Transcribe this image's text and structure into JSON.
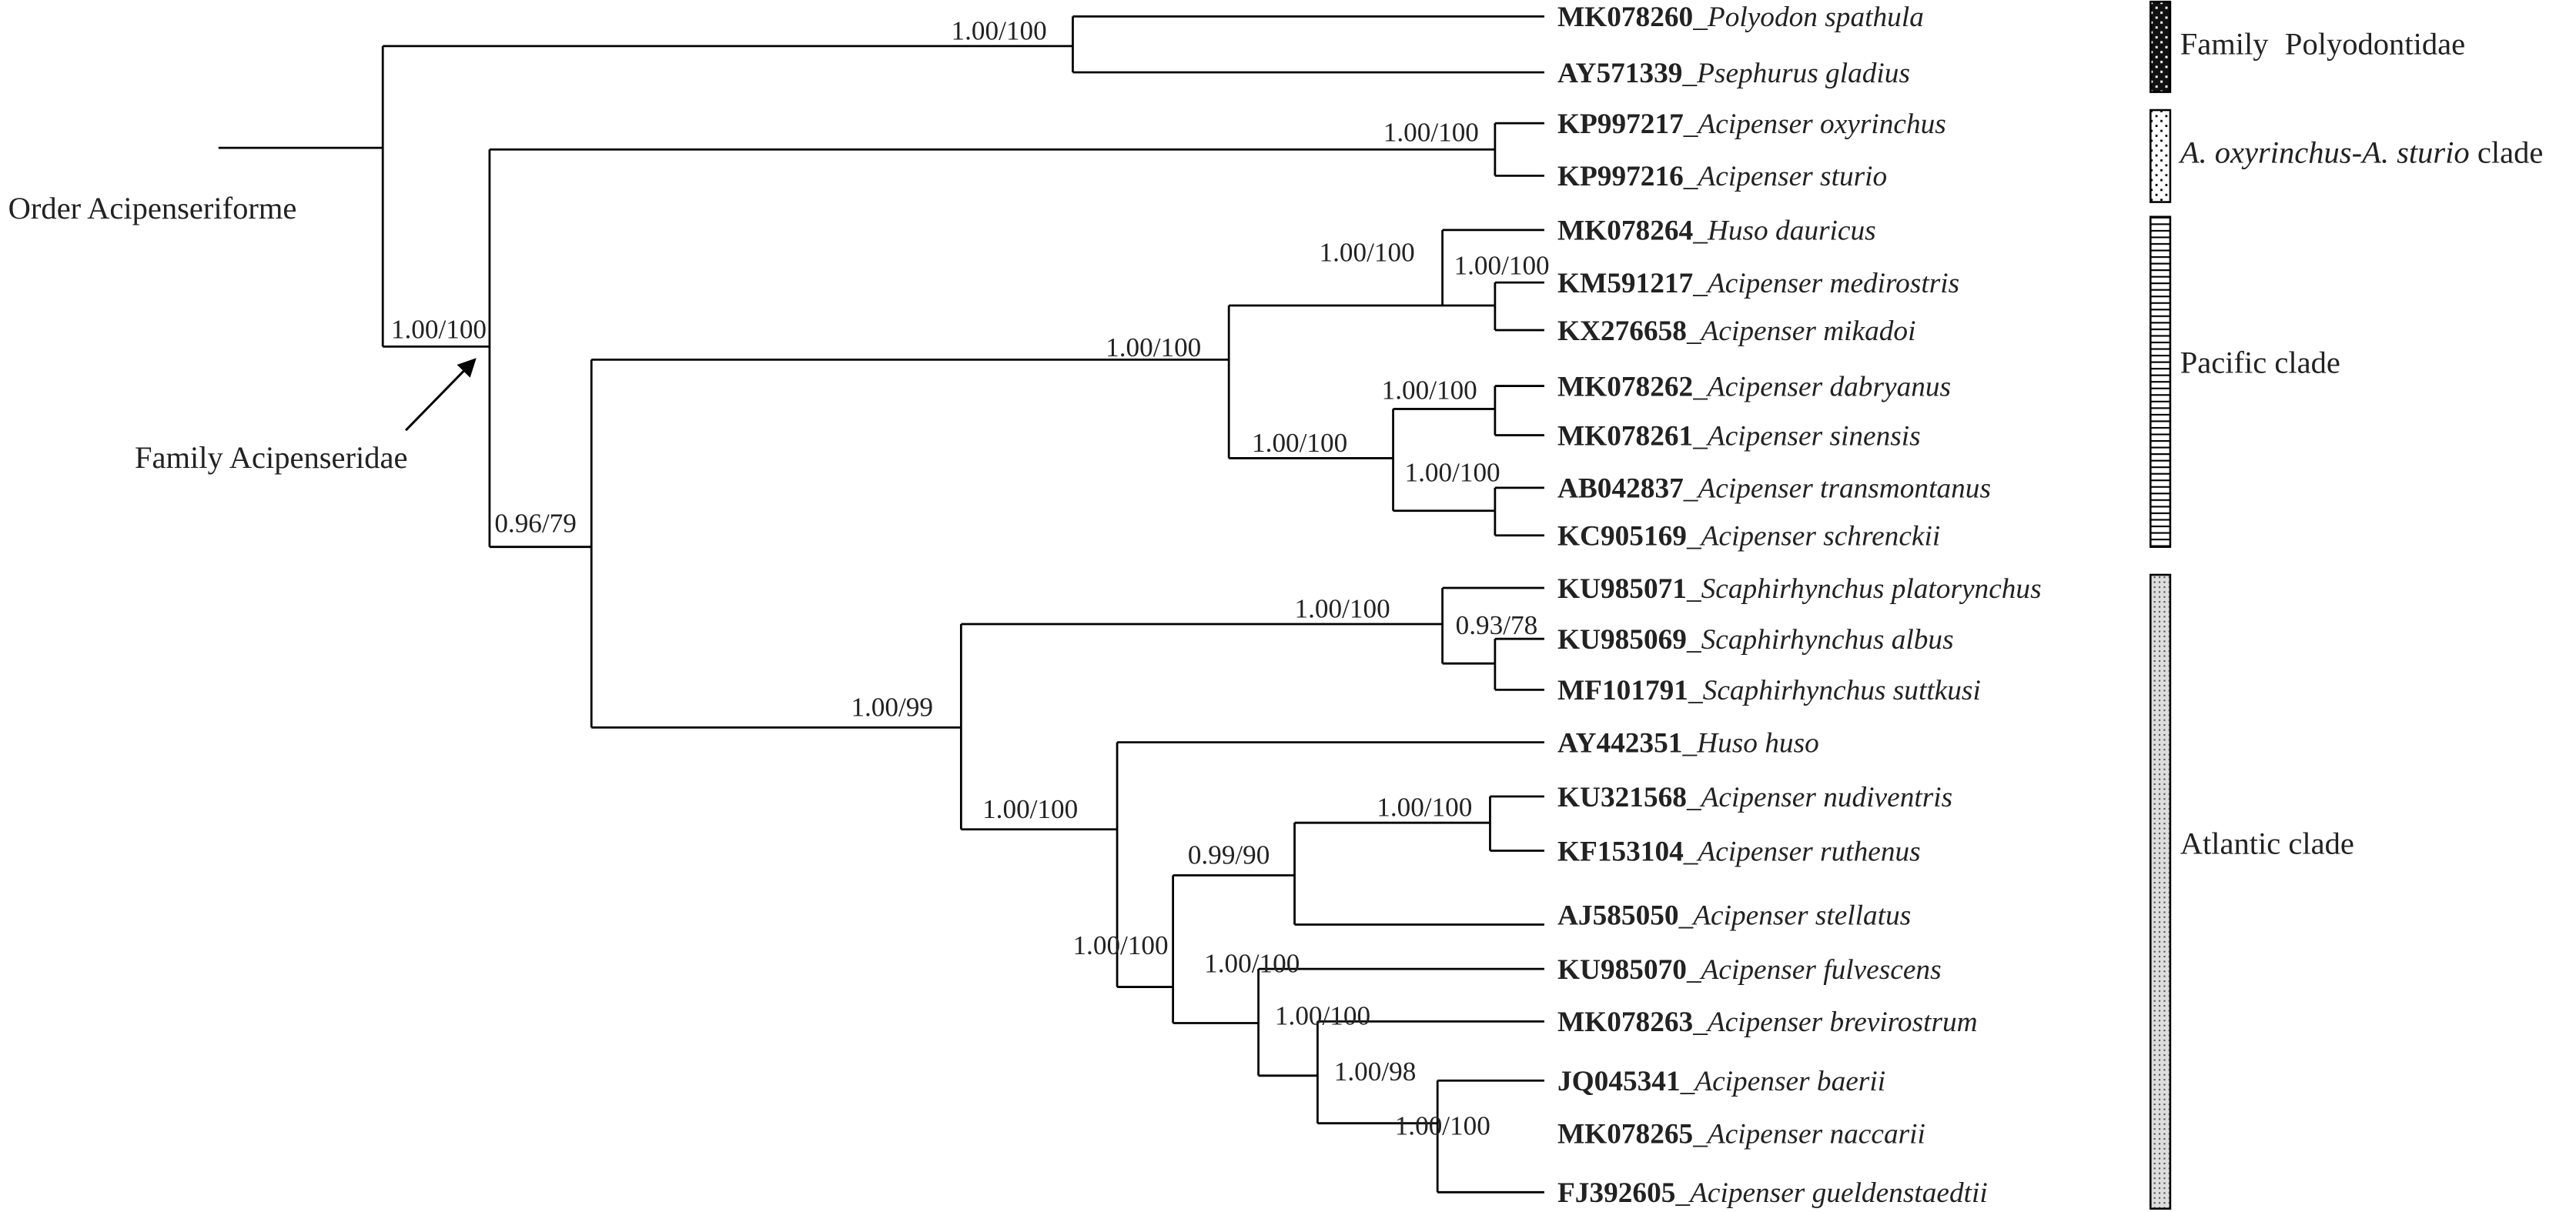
{
  "leaf_separator": "_",
  "leaves": [
    {
      "accession": "MK078260",
      "species": "Polyodon spathula"
    },
    {
      "accession": "AY571339",
      "species": "Psephurus gladius"
    },
    {
      "accession": "KP997217",
      "species": "Acipenser oxyrinchus"
    },
    {
      "accession": "KP997216",
      "species": "Acipenser sturio"
    },
    {
      "accession": "MK078264",
      "species": "Huso dauricus"
    },
    {
      "accession": "KM591217",
      "species": "Acipenser medirostris"
    },
    {
      "accession": "KX276658",
      "species": "Acipenser mikadoi"
    },
    {
      "accession": "MK078262",
      "species": "Acipenser dabryanus"
    },
    {
      "accession": "MK078261",
      "species": "Acipenser sinensis"
    },
    {
      "accession": "AB042837",
      "species": "Acipenser transmontanus"
    },
    {
      "accession": "KC905169",
      "species": "Acipenser schrenckii"
    },
    {
      "accession": "KU985071",
      "species": "Scaphirhynchus platorynchus"
    },
    {
      "accession": "KU985069",
      "species": "Scaphirhynchus albus"
    },
    {
      "accession": "MF101791",
      "species": "Scaphirhynchus suttkusi"
    },
    {
      "accession": "AY442351",
      "species": "Huso huso"
    },
    {
      "accession": "KU321568",
      "species": "Acipenser nudiventris"
    },
    {
      "accession": "KF153104",
      "species": "Acipenser ruthenus"
    },
    {
      "accession": "AJ585050",
      "species": "Acipenser stellatus"
    },
    {
      "accession": "KU985070",
      "species": "Acipenser fulvescens"
    },
    {
      "accession": "MK078263",
      "species": "Acipenser brevirostrum"
    },
    {
      "accession": "JQ045341",
      "species": "Acipenser baerii"
    },
    {
      "accession": "MK078265",
      "species": "Acipenser naccarii"
    },
    {
      "accession": "FJ392605",
      "species": "Acipenser gueldenstaedtii"
    }
  ],
  "supports": [
    "1.00/100",
    "1.00/100",
    "1.00/100",
    "1.00/100",
    "1.00/100",
    "1.00/100",
    "1.00/100",
    "1.00/100",
    "1.00/100",
    "0.96/79",
    "1.00/100",
    "0.93/78",
    "1.00/99",
    "1.00/100",
    "1.00/100",
    "0.99/90",
    "1.00/100",
    "1.00/100",
    "1.00/100",
    "1.00/98",
    "1.00/100"
  ],
  "clades": {
    "polyodontidae": {
      "prefix": "Family",
      "name": "Polyodontidae"
    },
    "oxy_sturio": {
      "italic": "A. oxyrinchus-A. sturio",
      "suffix": " clade"
    },
    "pacific": "Pacific clade",
    "atlantic": "Atlantic clade"
  },
  "annotations": {
    "order": "Order Acipenseriforme",
    "family": "Family Acipenseridae"
  }
}
